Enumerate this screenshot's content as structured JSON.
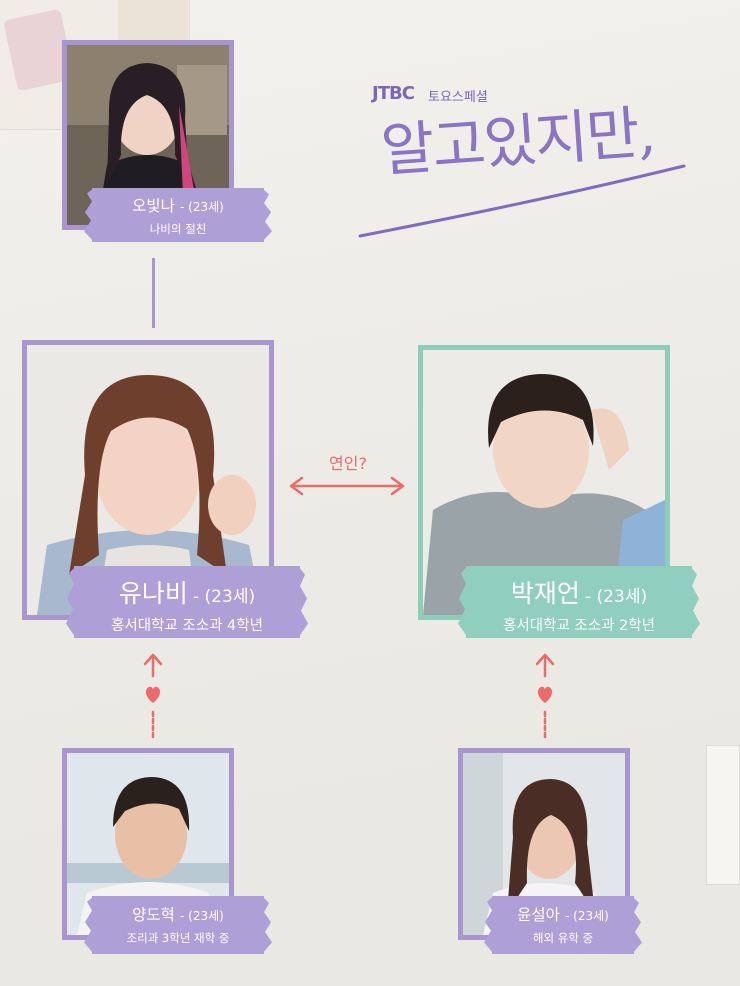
{
  "header": {
    "broadcaster": "JTBC",
    "program_slot": "토요스페셜",
    "title": "알고있지만,"
  },
  "relation_label": "연인?",
  "characters": {
    "obitna": {
      "name": "오빛나",
      "age": "- (23세)",
      "desc": "나비의 절친"
    },
    "yunabi": {
      "name": "유나비",
      "age": "- (23세)",
      "desc": "홍서대학교 조소과 4학년"
    },
    "parkjaeeon": {
      "name": "박재언",
      "age": "- (23세)",
      "desc": "홍서대학교 조소과 2학년"
    },
    "yangdohyeok": {
      "name": "양도혁",
      "age": "- (23세)",
      "desc": "조리과 3학년 재학 중"
    },
    "yunseola": {
      "name": "윤설아",
      "age": "- (23세)",
      "desc": "해외 유학 중"
    }
  },
  "colors": {
    "purple_frame": "#a996cf",
    "mint_frame": "#8fcdbb",
    "arrow": "#ec6a6a",
    "title": "#8c74c4"
  },
  "icons": [
    "heart-icon",
    "double-arrow-icon",
    "up-arrow-icon"
  ]
}
